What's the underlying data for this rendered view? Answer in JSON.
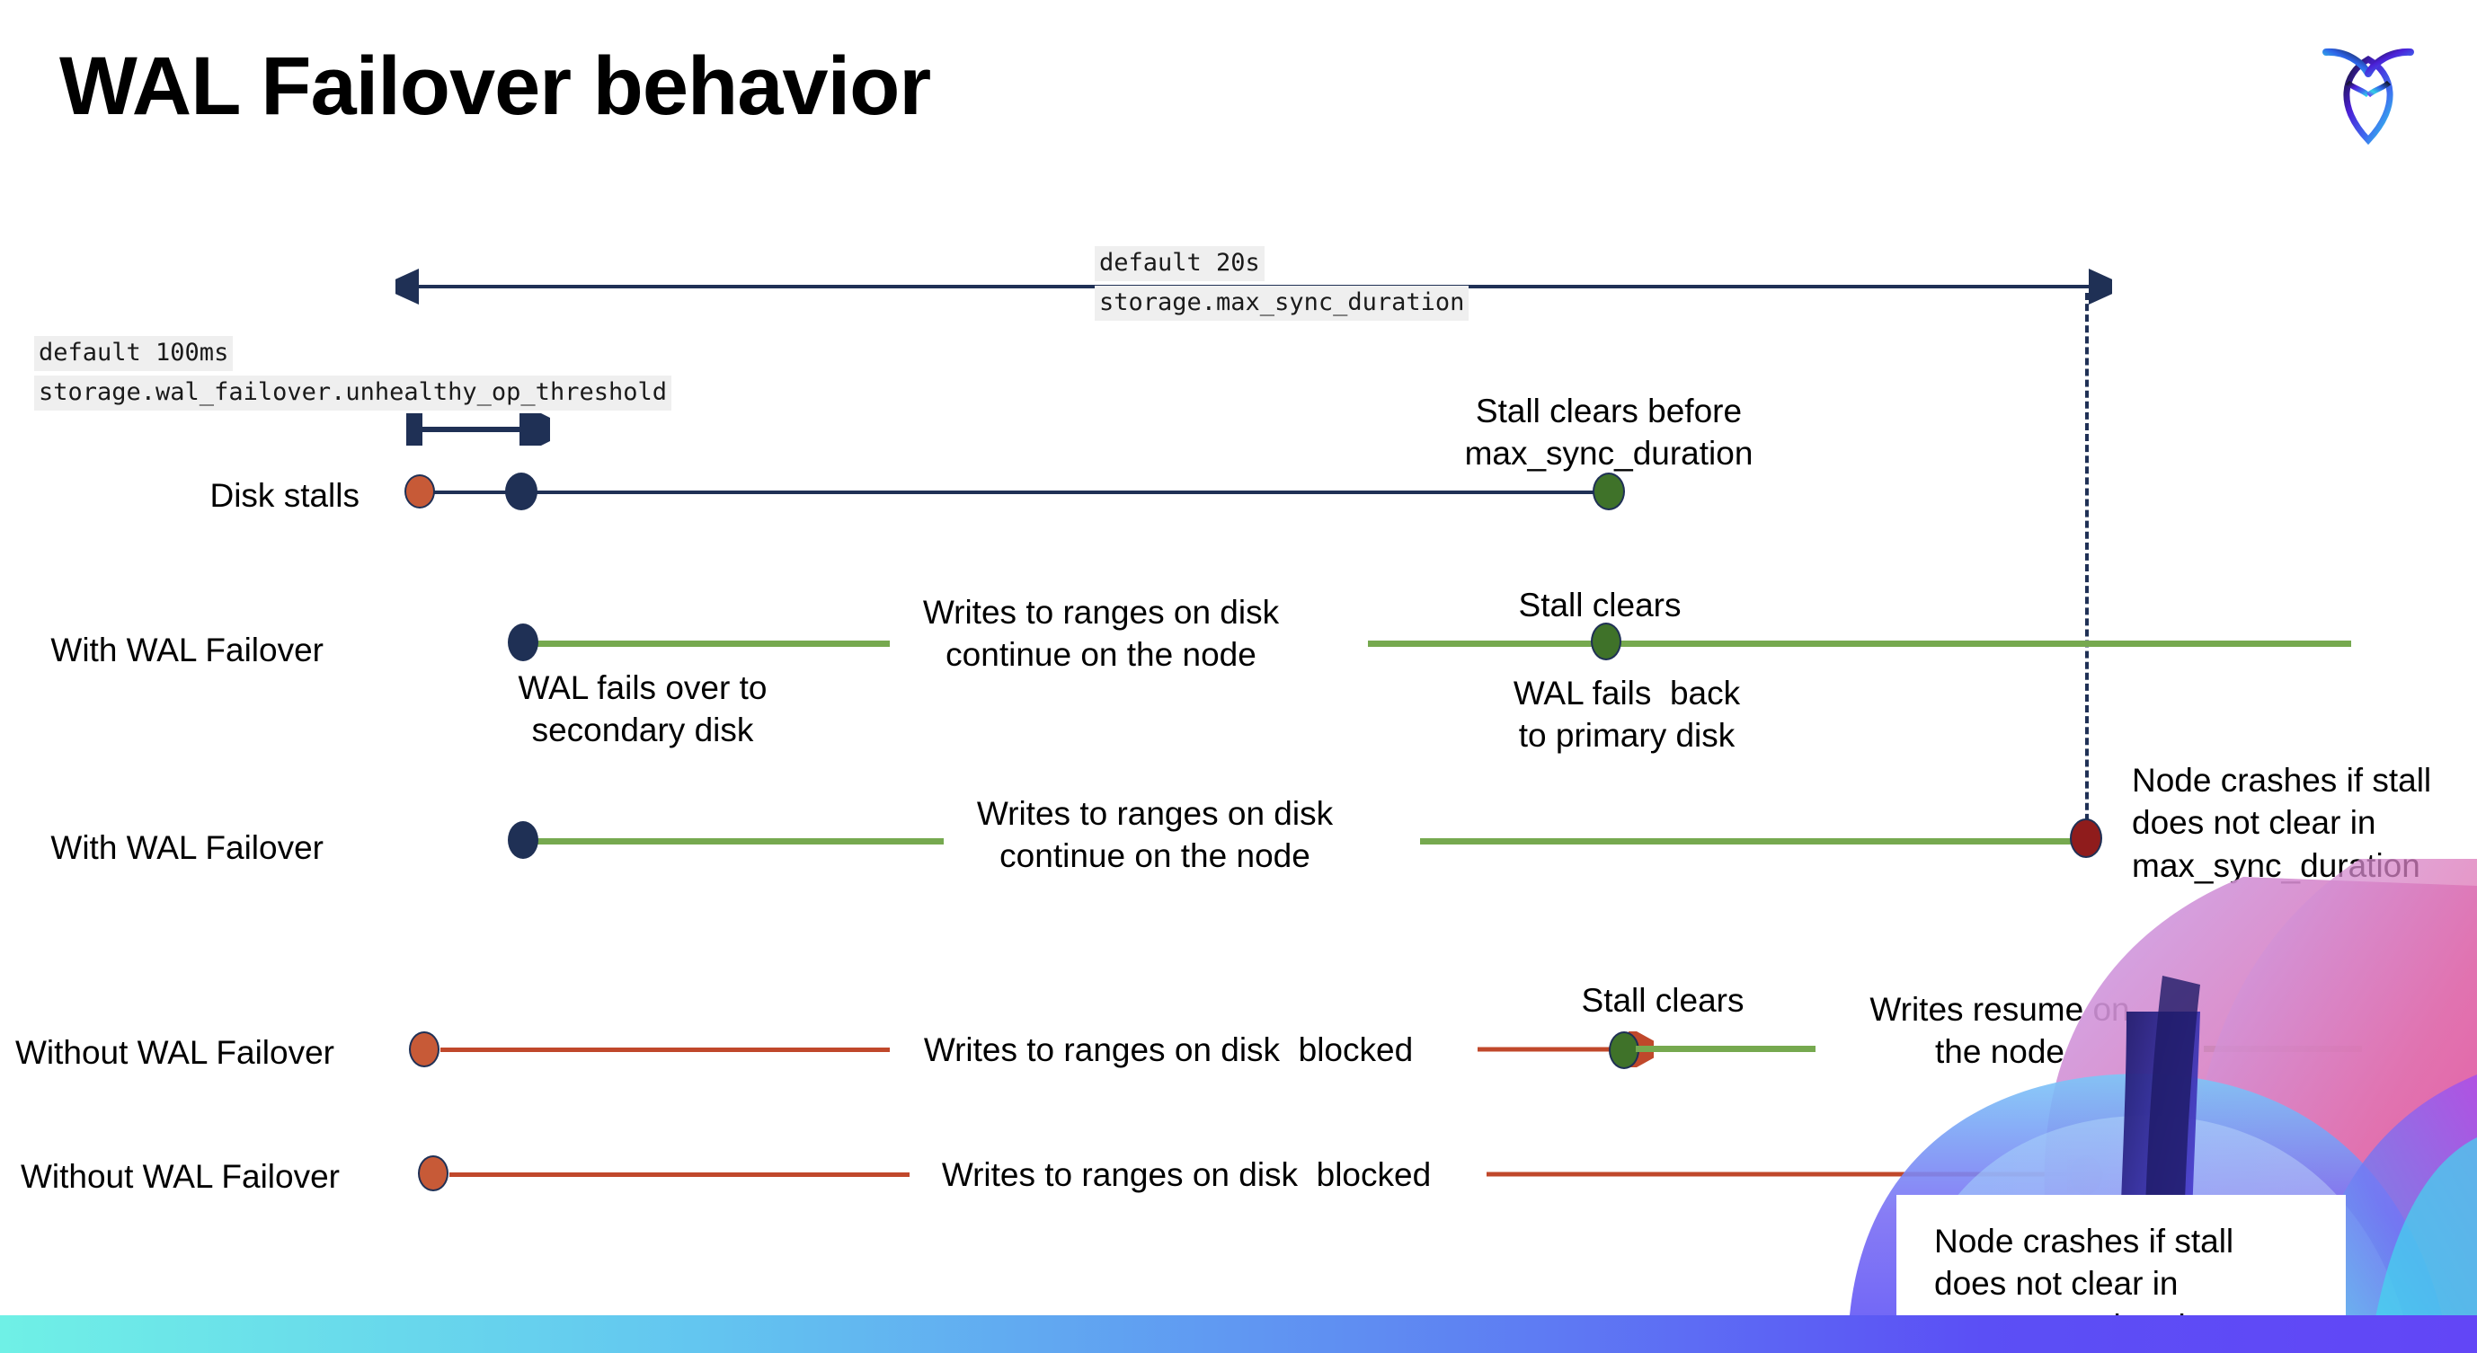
{
  "slide": {
    "title": "WAL Failover behavior",
    "logo_name": "cockroachdb-logo"
  },
  "annotations": {
    "max_sync_duration": {
      "line1": "default 20s",
      "line2": "storage.max_sync_duration"
    },
    "unhealthy_op_threshold": {
      "line1": "default 100ms",
      "line2": "storage.wal_failover.unhealthy_op_threshold"
    }
  },
  "rows": [
    {
      "label": "Disk stalls",
      "end_note": "Stall clears before\nmax_sync_duration"
    },
    {
      "label": "With WAL Failover",
      "note_start": "WAL fails over to\nsecondary disk",
      "note_mid": "Writes to ranges on disk\ncontinue on the node",
      "note_clear": "Stall clears",
      "note_back": "WAL fails  back\nto primary disk"
    },
    {
      "label": "With WAL Failover",
      "note_mid": "Writes to ranges on disk\ncontinue on the node",
      "note_crash": "Node crashes if stall\ndoes not clear in\nmax_sync_duration"
    },
    {
      "label": "Without WAL Failover",
      "note_mid": "Writes to ranges on disk  blocked",
      "note_clear": "Stall clears",
      "note_resume": "Writes resume on\nthe node"
    },
    {
      "label": "Without WAL Failover",
      "note_mid": "Writes to ranges on disk  blocked",
      "note_crash": "Node crashes if stall\ndoes not clear in\nmax_sync_duration"
    }
  ],
  "colors": {
    "navy": "#1f3055",
    "green_line": "#76a94f",
    "green_dot": "#3f7229",
    "red_line": "#c0482b",
    "red_dot": "#8f1c1c",
    "orange_dot": "#c75a37",
    "code_bg": "#efefef"
  }
}
